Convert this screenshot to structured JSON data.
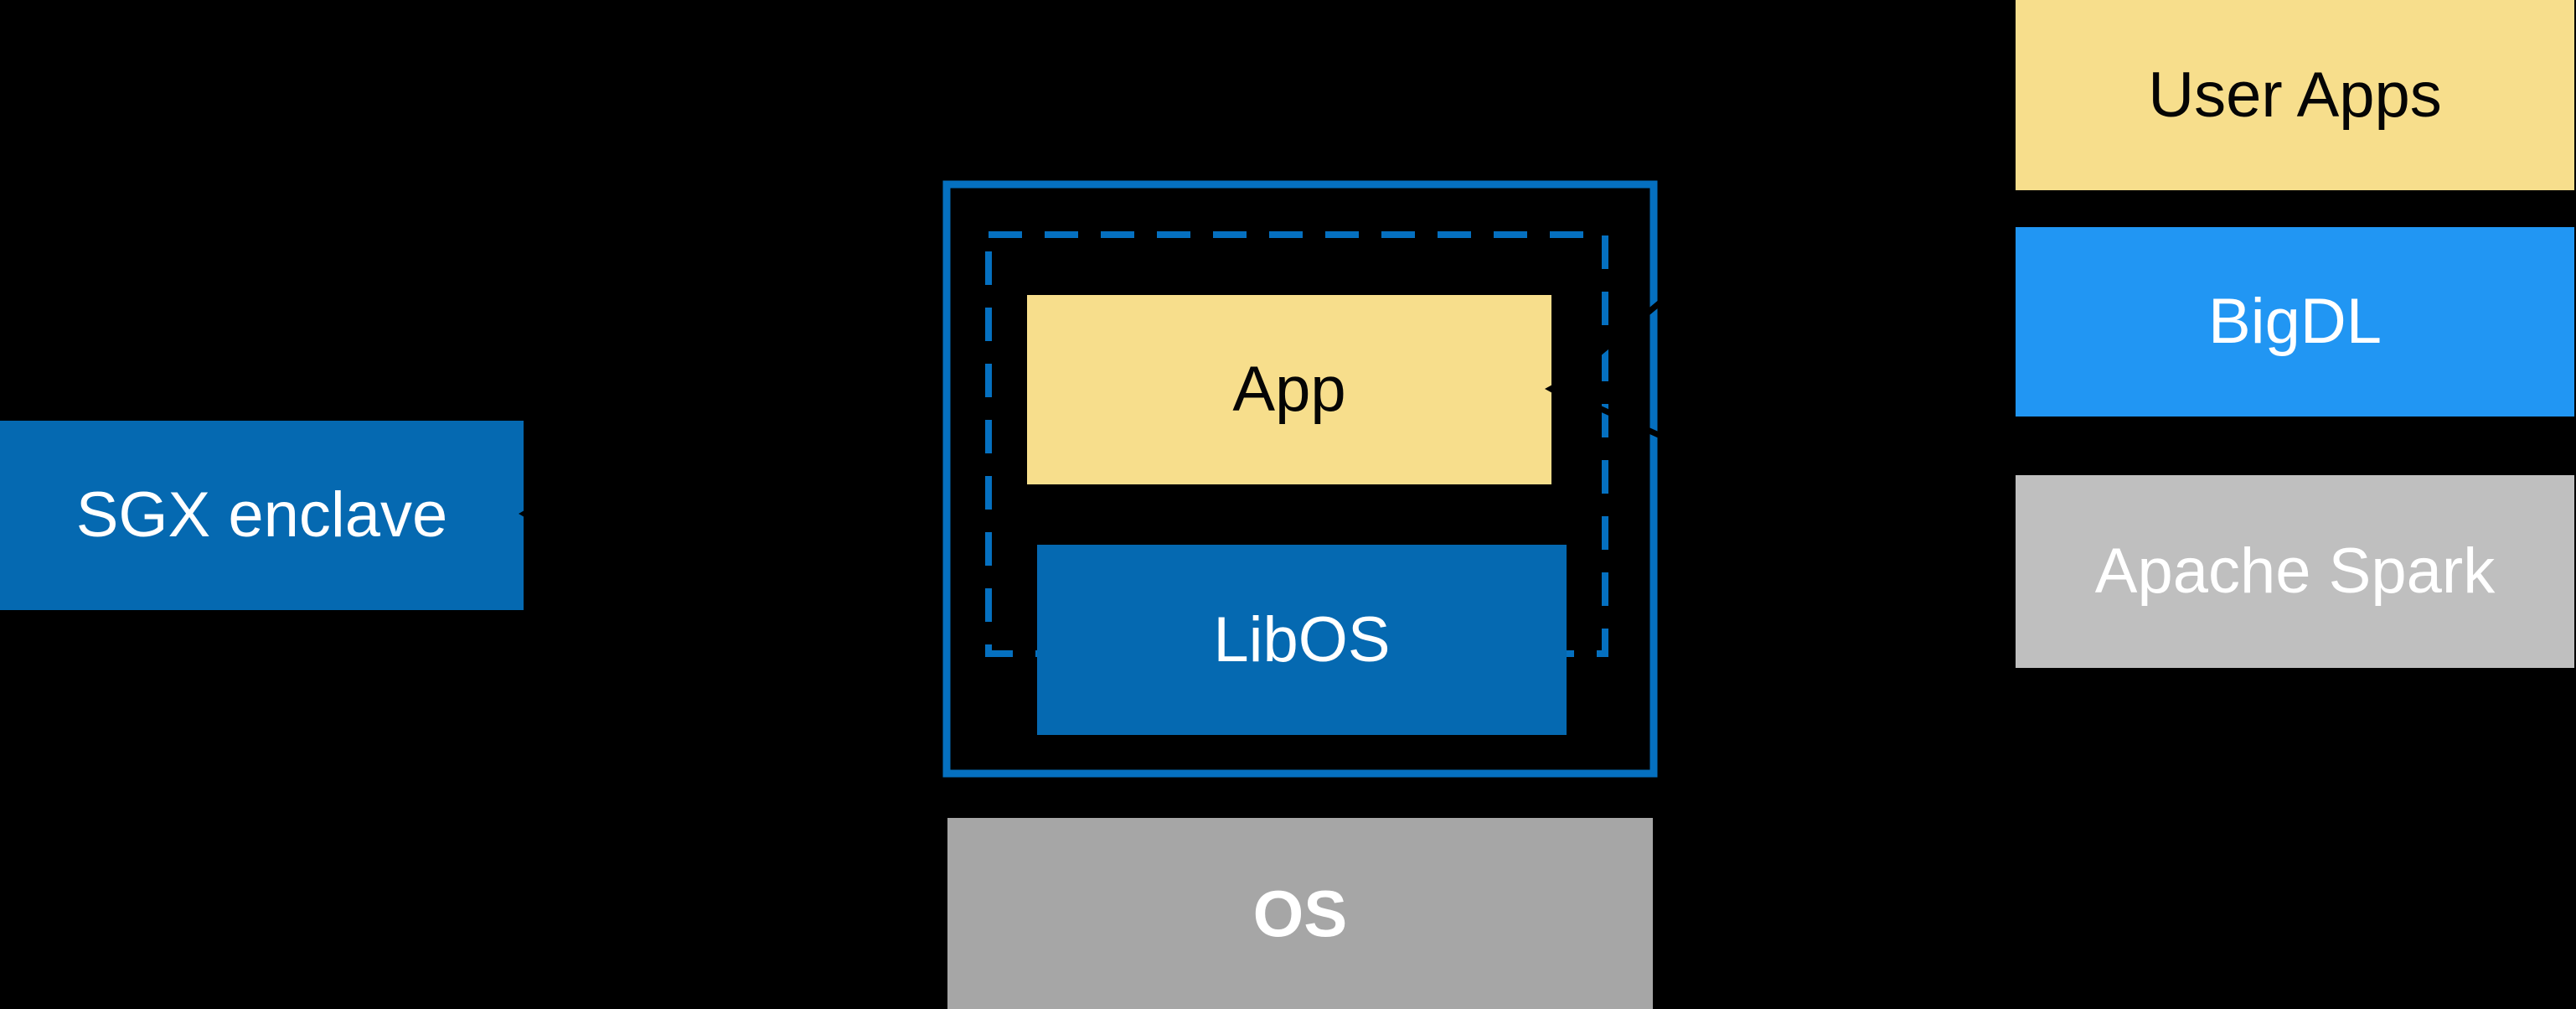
{
  "diagram": {
    "title": "SGX enclave LibOS architecture diagram",
    "background_color": "#000000",
    "sgx_label_box": {
      "label": "SGX enclave",
      "fill": "#0569B1",
      "text_color": "#FFFFFF"
    },
    "enclave_container": {
      "solid_border_color": "#0570C0",
      "dashed_border_color": "#0570C0",
      "app_box": {
        "label": "App",
        "fill": "#F7DE8C",
        "text_color": "#050505"
      },
      "libos_box": {
        "label": "LibOS",
        "fill": "#0569B1",
        "text_color": "#FFFFFF"
      }
    },
    "os_box": {
      "label": "OS",
      "fill": "#A6A6A6",
      "text_color": "#FFFFFF",
      "bold": true
    },
    "right_stack": {
      "items": [
        {
          "label": "User Apps",
          "fill": "#F7DE8C",
          "text_color": "#050505"
        },
        {
          "label": "BigDL",
          "fill": "#2196F3",
          "text_color": "#FFFFFF"
        },
        {
          "label": "Apache Spark",
          "fill": "#BFBFBF",
          "text_color": "#FFFFFF"
        }
      ]
    },
    "connectors": {
      "color": "#000000",
      "left_arrow_target": "SGX enclave",
      "right_arrow_target": "App",
      "right_arrow_sources": [
        "User Apps",
        "Apache Spark"
      ]
    }
  }
}
